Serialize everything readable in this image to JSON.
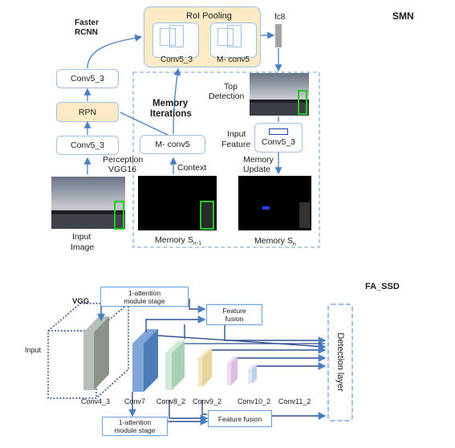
{
  "smn": {
    "title": "SMN",
    "faster_rcnn_line1": "Faster",
    "faster_rcnn_line2": "RCNN",
    "roi_pooling": "RoI Pooling",
    "roi_conv5_3": "Conv5_3",
    "roi_mconv5": "M- conv5",
    "fc8": "fc8",
    "conv5_3_top": "Conv5_3",
    "rpn": "RPN",
    "conv5_3_bottom": "Conv5_3",
    "perception_line1": "Perception",
    "perception_line2": "VGG16",
    "input_image_line1": "Input",
    "input_image_line2": "Image",
    "memory_iterations_line1": "Memory",
    "memory_iterations_line2": "Iterations",
    "m_conv5": "M- conv5",
    "context": "Context",
    "top_detection_line1": "Top",
    "top_detection_line2": "Detection",
    "input_feature_line1": "Input",
    "input_feature_line2": "Feature",
    "conv5_3_right": "Conv5_3",
    "memory_update_line1": "Memory",
    "memory_update_line2": "Update",
    "memory_prev": "Memory S",
    "memory_prev_sub": "n-1",
    "memory_next": "Memory S",
    "memory_next_sub": "n"
  },
  "fa_ssd": {
    "title": "FA_SSD",
    "vgg": "VGG",
    "input": "Input",
    "attention_top_line1": "1-attention",
    "attention_top_line2": "module stage",
    "feature_fusion_top_line1": "Feature",
    "feature_fusion_top_line2": "fusion",
    "attention_bottom_line1": "1-attention",
    "attention_bottom_line2": "module stage",
    "feature_fusion_bottom": "Feature fusion",
    "detection_layer": "Detection layer",
    "layers": [
      "Conv4_3",
      "Conv7",
      "Conv8_2",
      "Conv9_2",
      "Conv10_2",
      "Conv11_2"
    ]
  },
  "colors": {
    "panel_tan": "#fdebc6",
    "box_border": "#9dc0e6",
    "arrow": "#4a7fc1",
    "highlight_green": "#22cc22",
    "dashed_blue": "#9dc0e6"
  }
}
